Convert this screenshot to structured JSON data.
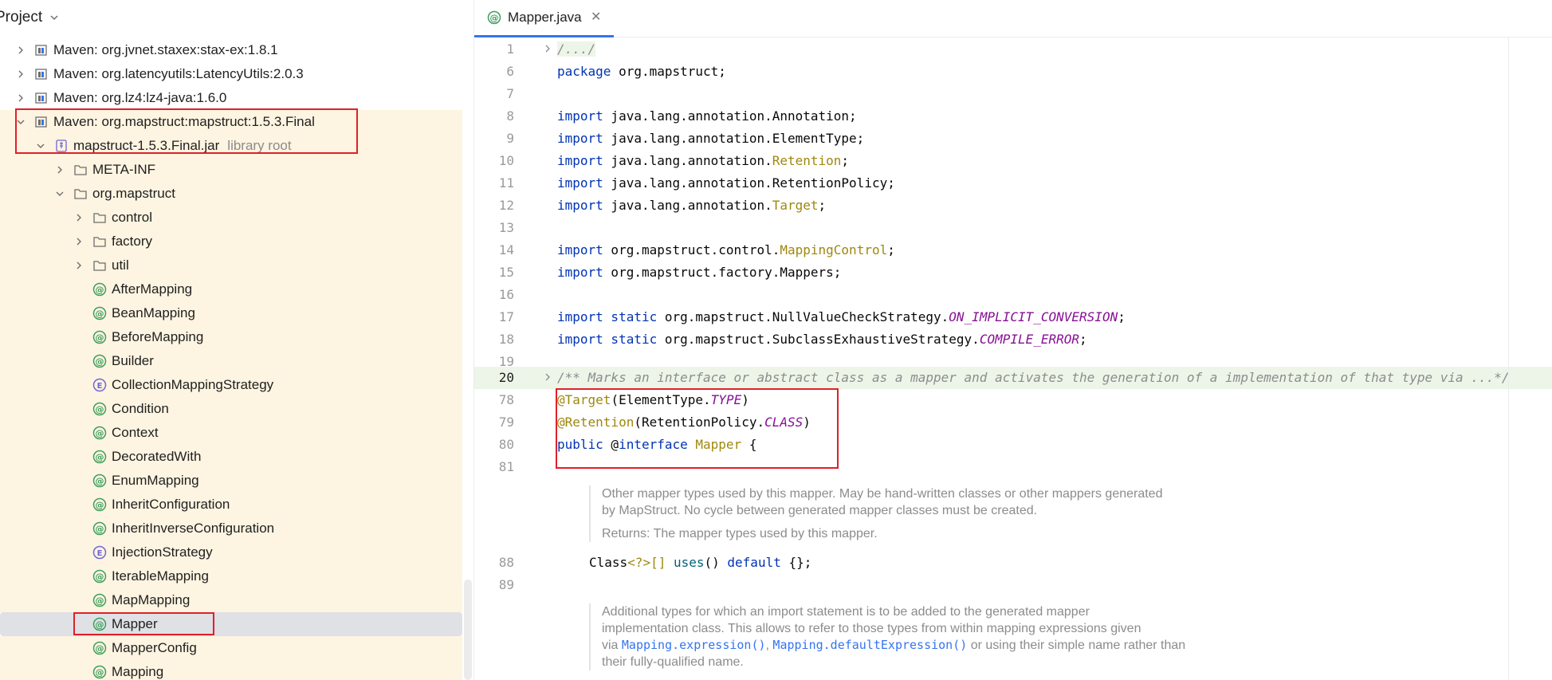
{
  "project_panel": {
    "title": "Project",
    "items": [
      {
        "label": "Maven: org.jvnet.staxex:stax-ex:1.8.1",
        "kind": "lib",
        "level": 1,
        "expanded": false
      },
      {
        "label": "Maven: org.latencyutils:LatencyUtils:2.0.3",
        "kind": "lib",
        "level": 1,
        "expanded": false
      },
      {
        "label": "Maven: org.lz4:lz4-java:1.6.0",
        "kind": "lib",
        "level": 1,
        "expanded": false
      },
      {
        "label": "Maven: org.mapstruct:mapstruct:1.5.3.Final",
        "kind": "lib",
        "level": 1,
        "expanded": true,
        "highlight": true
      },
      {
        "label": "mapstruct-1.5.3.Final.jar",
        "sub": "library root",
        "kind": "jar",
        "level": 2,
        "expanded": true,
        "highlight": true
      },
      {
        "label": "META-INF",
        "kind": "folder",
        "level": 3,
        "expanded": false,
        "highlight": true
      },
      {
        "label": "org.mapstruct",
        "kind": "folder",
        "level": 3,
        "expanded": true,
        "highlight": true
      },
      {
        "label": "control",
        "kind": "folder",
        "level": 4,
        "expanded": false,
        "highlight": true
      },
      {
        "label": "factory",
        "kind": "folder",
        "level": 4,
        "expanded": false,
        "highlight": true
      },
      {
        "label": "util",
        "kind": "folder",
        "level": 4,
        "expanded": false,
        "highlight": true
      },
      {
        "label": "AfterMapping",
        "kind": "annotation",
        "level": 4,
        "highlight": true
      },
      {
        "label": "BeanMapping",
        "kind": "annotation",
        "level": 4,
        "highlight": true
      },
      {
        "label": "BeforeMapping",
        "kind": "annotation",
        "level": 4,
        "highlight": true
      },
      {
        "label": "Builder",
        "kind": "annotation",
        "level": 4,
        "highlight": true
      },
      {
        "label": "CollectionMappingStrategy",
        "kind": "enum",
        "level": 4,
        "highlight": true
      },
      {
        "label": "Condition",
        "kind": "annotation",
        "level": 4,
        "highlight": true
      },
      {
        "label": "Context",
        "kind": "annotation",
        "level": 4,
        "highlight": true
      },
      {
        "label": "DecoratedWith",
        "kind": "annotation",
        "level": 4,
        "highlight": true
      },
      {
        "label": "EnumMapping",
        "kind": "annotation",
        "level": 4,
        "highlight": true
      },
      {
        "label": "InheritConfiguration",
        "kind": "annotation",
        "level": 4,
        "highlight": true
      },
      {
        "label": "InheritInverseConfiguration",
        "kind": "annotation",
        "level": 4,
        "highlight": true
      },
      {
        "label": "InjectionStrategy",
        "kind": "enum",
        "level": 4,
        "highlight": true
      },
      {
        "label": "IterableMapping",
        "kind": "annotation",
        "level": 4,
        "highlight": true
      },
      {
        "label": "MapMapping",
        "kind": "annotation",
        "level": 4,
        "highlight": true
      },
      {
        "label": "Mapper",
        "kind": "annotation",
        "level": 4,
        "selected": true
      },
      {
        "label": "MapperConfig",
        "kind": "annotation",
        "level": 4,
        "highlight": true
      },
      {
        "label": "Mapping",
        "kind": "annotation",
        "level": 4,
        "highlight": true
      }
    ]
  },
  "editor": {
    "tab_label": "Mapper.java",
    "gutter": {
      "l1": "1",
      "l6": "6",
      "l7": "7",
      "l8": "8",
      "l9": "9",
      "l10": "10",
      "l11": "11",
      "l12": "12",
      "l13": "13",
      "l14": "14",
      "l15": "15",
      "l16": "16",
      "l17": "17",
      "l18": "18",
      "l19": "19",
      "l20": "20",
      "l78": "78",
      "l79": "79",
      "l80": "80",
      "l81": "81",
      "l88": "88",
      "l89": "89"
    },
    "code": {
      "fold_header": "/.../",
      "package_kw": "package",
      "package_name": " org.mapstruct;",
      "import_kw": "import",
      "imp8": " java.lang.annotation.Annotation;",
      "imp9": " java.lang.annotation.ElementType;",
      "imp10_a": " java.lang.annotation.",
      "imp10_b": "Retention",
      "imp10_c": ";",
      "imp11": " java.lang.annotation.RetentionPolicy;",
      "imp12_a": " java.lang.annotation.",
      "imp12_b": "Target",
      "imp12_c": ";",
      "imp14_a": " org.mapstruct.control.",
      "imp14_b": "MappingControl",
      "imp14_c": ";",
      "imp15": " org.mapstruct.factory.Mappers;",
      "static_kw": " static",
      "imp17_a": " org.mapstruct.NullValueCheckStrategy.",
      "imp17_b": "ON_IMPLICIT_CONVERSION",
      "imp17_c": ";",
      "imp18_a": " org.mapstruct.SubclassExhaustiveStrategy.",
      "imp18_b": "COMPILE_ERROR",
      "imp18_c": ";",
      "javadoc_fold": "/** Marks an interface or abstract class as a mapper and activates the generation of a implementation of that type via ...*/",
      "l78_a": "@Target",
      "l78_b": "(ElementType.",
      "l78_c": "TYPE",
      "l78_d": ")",
      "l79_a": "@Retention",
      "l79_b": "(RetentionPolicy.",
      "l79_c": "CLASS",
      "l79_d": ")",
      "l80_a": "public",
      "l80_b": " @",
      "l80_c": "interface",
      "l80_d": " Mapper",
      "l80_e": " {",
      "l88_a": "Class",
      "l88_b": "<?>[] ",
      "l88_c": "uses",
      "l88_d": "() ",
      "l88_e": "default",
      "l88_f": " {};"
    },
    "doc1": {
      "line1": "Other mapper types used by this mapper. May be hand-written classes or other mappers generated",
      "line2": "by MapStruct. No cycle between generated mapper classes must be created.",
      "returns": "Returns: The mapper types used by this mapper."
    },
    "doc2": {
      "line1": "Additional types for which an import statement is to be added to the generated mapper",
      "line2": "implementation class. This allows to refer to those types from within mapping expressions given",
      "line3_a": "via ",
      "line3_b": "Mapping.expression()",
      "line3_c": ", ",
      "line3_d": "Mapping.defaultExpression()",
      "line3_e": " or using their simple name rather than",
      "line4": "their fully-qualified name."
    }
  },
  "colors": {
    "highlight_bg": "#fdf4e1",
    "annotation_red_box": "#e0202a",
    "tab_accent": "#3574f0"
  }
}
